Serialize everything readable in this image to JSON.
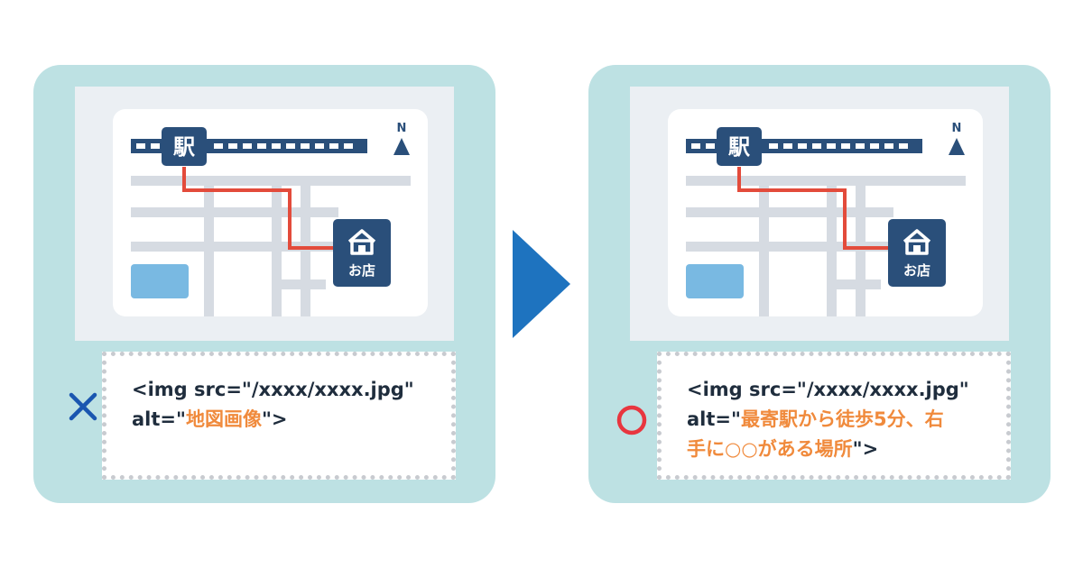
{
  "colors": {
    "panel": "#bde1e3",
    "map_background": "#ebeff3",
    "road": "#d6dbe2",
    "rail_and_markers": "#2a4f7a",
    "route": "#e34b3b",
    "park": "#79b9e2",
    "arrow": "#1e73bf",
    "highlight_text": "#f08a3c",
    "wrong_mark": "#1a56b0",
    "right_mark": "#e8363f"
  },
  "map": {
    "station_label": "駅",
    "north_label": "N",
    "shop_label": "お店",
    "icons": [
      "station-marker",
      "north-arrow-icon",
      "house-icon",
      "park-area"
    ]
  },
  "arrow_icon": "right-triangle-arrow",
  "bad_example": {
    "mark": "cross-icon",
    "line1": "<img src=\"/xxxx/xxxx.jpg\"",
    "line2_prefix": "alt=\"",
    "line2_highlight": "地図画像",
    "line2_suffix": "\">"
  },
  "good_example": {
    "mark": "circle-icon",
    "line1": "<img src=\"/xxxx/xxxx.jpg\"",
    "line2_prefix": "alt=\"",
    "line2_highlight": "最寄駅から徒歩5分、右",
    "line3_highlight": "手に○○がある場所",
    "line3_suffix": "\">"
  }
}
